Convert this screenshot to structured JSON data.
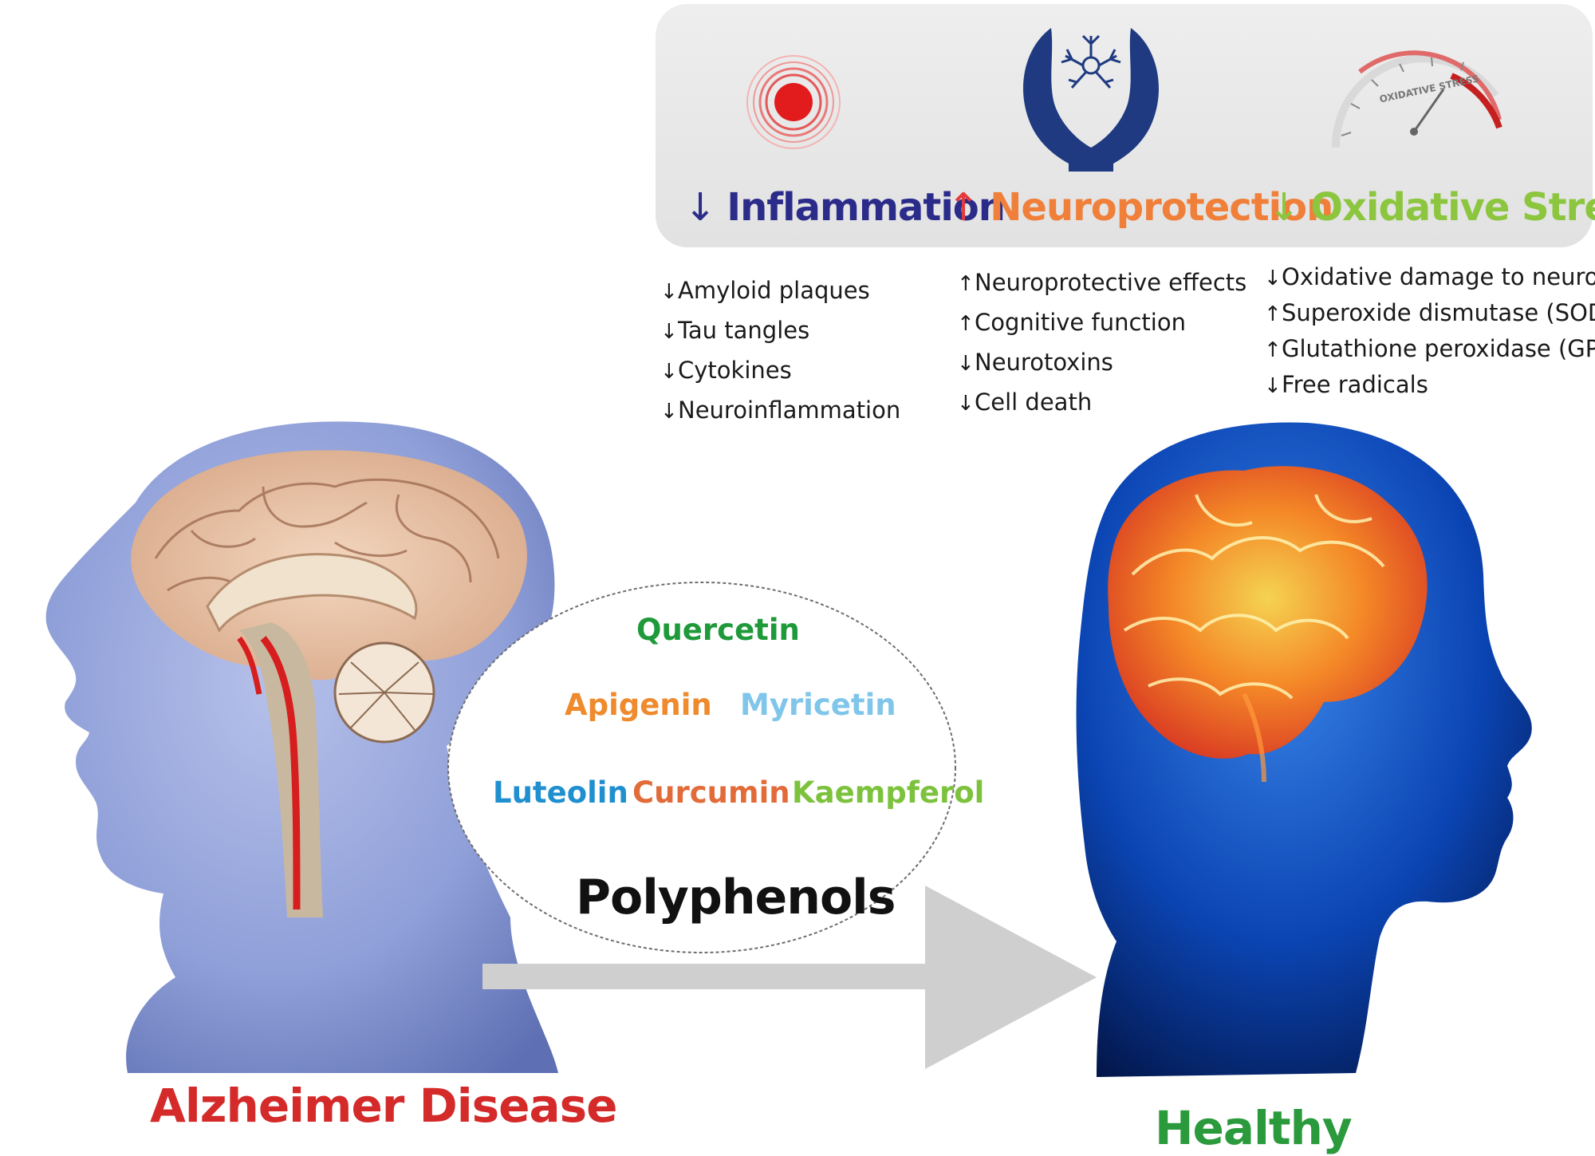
{
  "colors": {
    "inflammation": "#2b2c8a",
    "neuroprotection": "#f07f3a",
    "oxidative": "#8cc63f",
    "disease": "#d42a2a",
    "healthy": "#2a9a3c",
    "quercetin": "#1e9a3a",
    "apigenin": "#ef8a2d",
    "myricetin": "#7fc6ea",
    "luteolin": "#1f8fd0",
    "curcumin": "#e26b3a",
    "kaempferol": "#7cc23c"
  },
  "gauge": {
    "label": "OXIDATIVE STRESS",
    "level": 0.75
  },
  "panel": {
    "inflammation": {
      "label": "Inflammation",
      "arrow": "↓"
    },
    "neuroprotection": {
      "label": "Neuroprotection",
      "arrow": "↑"
    },
    "oxidative": {
      "label": "Oxidative Stress",
      "arrow": "↓"
    }
  },
  "effects": {
    "inflammation": [
      {
        "arrow": "↓",
        "text": "Amyloid plaques"
      },
      {
        "arrow": "↓",
        "text": "Tau tangles"
      },
      {
        "arrow": "↓",
        "text": "Cytokines"
      },
      {
        "arrow": "↓",
        "text": "Neuroinflammation"
      }
    ],
    "neuroprotection": [
      {
        "arrow": "↑",
        "text": "Neuroprotective effects"
      },
      {
        "arrow": "↑",
        "text": "Cognitive function"
      },
      {
        "arrow": "↓",
        "text": "Neurotoxins"
      },
      {
        "arrow": "↓",
        "text": "Cell death"
      }
    ],
    "oxidative": [
      {
        "arrow": "↓",
        "text": "Oxidative damage to neurons"
      },
      {
        "arrow": "↑",
        "text": "Superoxide dismutase (SOD)"
      },
      {
        "arrow": "↑",
        "text": "Glutathione peroxidase (GPx)"
      },
      {
        "arrow": "↓",
        "text": "Free radicals"
      }
    ]
  },
  "polyphenols": {
    "title": "Polyphenols",
    "compounds": [
      "Quercetin",
      "Apigenin",
      "Myricetin",
      "Luteolin",
      "Curcumin",
      "Kaempferol"
    ]
  },
  "labels": {
    "disease": "Alzheimer Disease",
    "healthy": "Healthy"
  }
}
